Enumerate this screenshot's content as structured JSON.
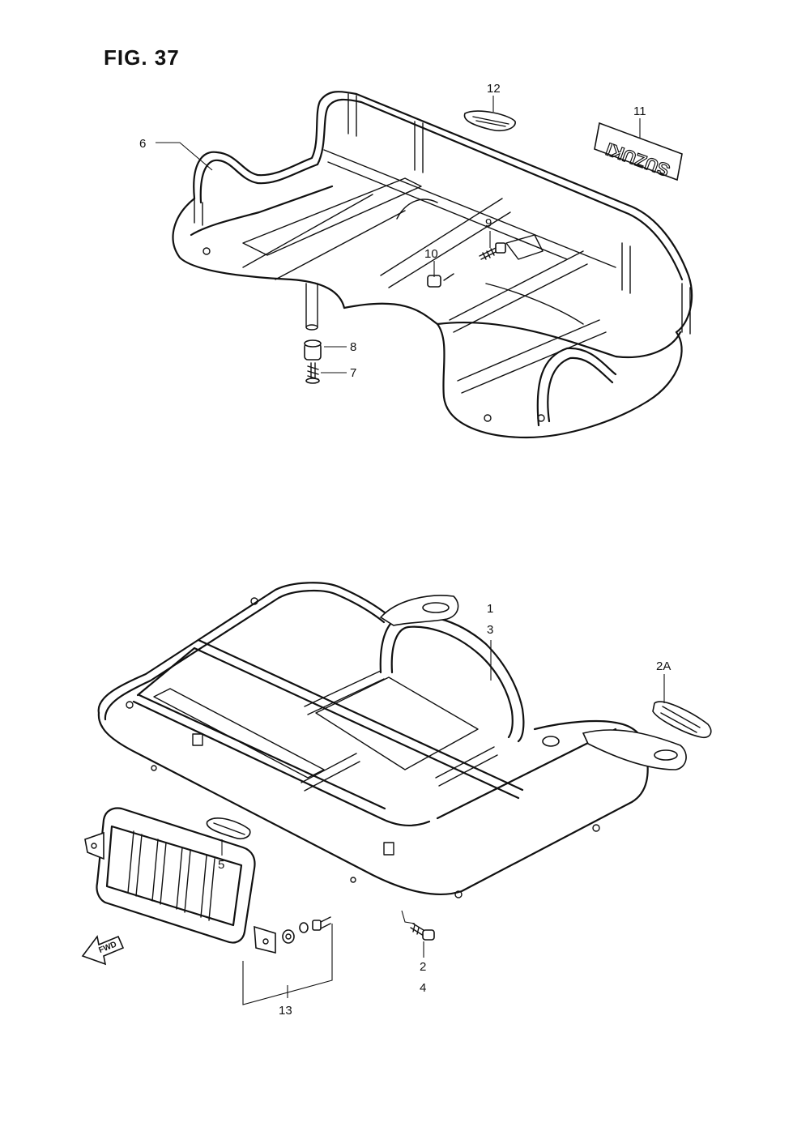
{
  "figure": {
    "title": "FIG. 37"
  },
  "callouts": {
    "c1": "1",
    "c2": "2",
    "c2a": "2A",
    "c3": "3",
    "c4": "4",
    "c5": "5",
    "c6": "6",
    "c7": "7",
    "c8": "8",
    "c9": "9",
    "c10": "10",
    "c11": "11",
    "c12": "12",
    "c13": "13"
  },
  "decal": {
    "brand": "SUZUKI"
  },
  "arrow": {
    "label": "FWD"
  }
}
